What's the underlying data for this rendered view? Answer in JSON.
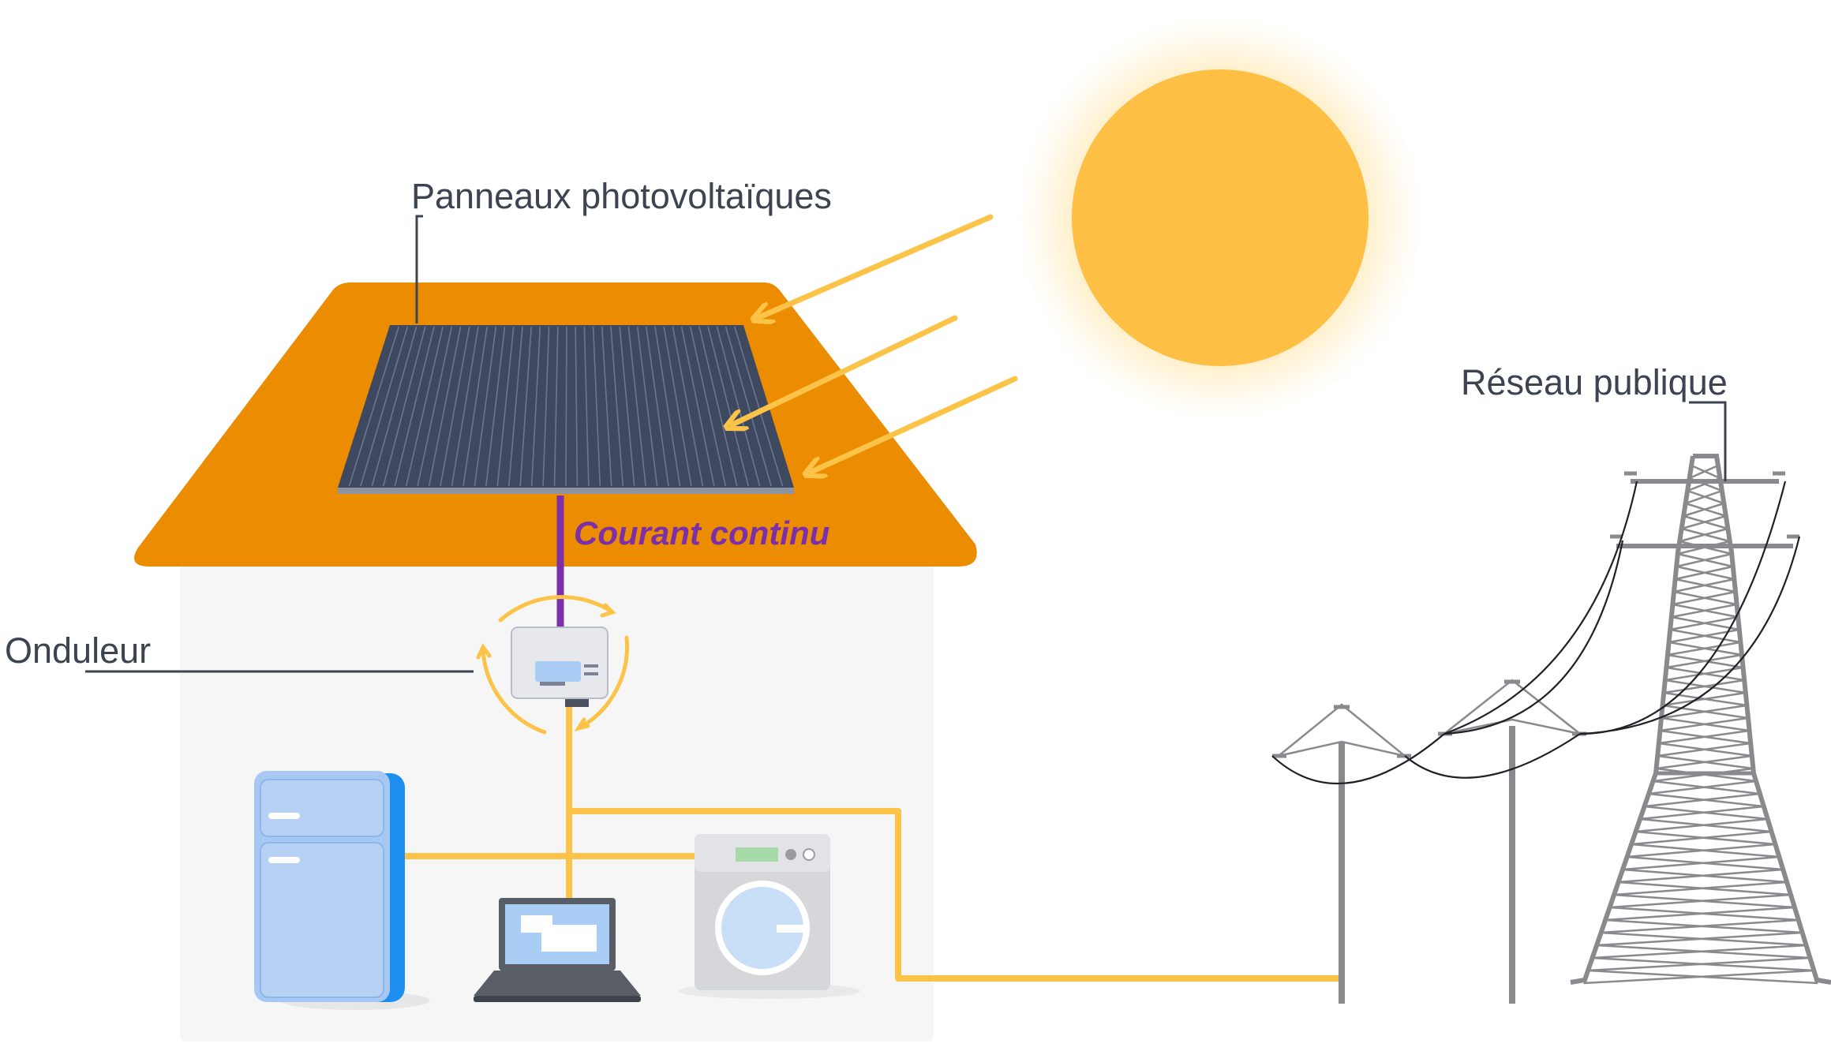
{
  "labels": {
    "panels": "Panneaux photovoltaïques",
    "dc_current": "Courant continu",
    "inverter": "Onduleur",
    "grid": "Réseau publique"
  },
  "colors": {
    "roof": "#ec8c00",
    "sun": "#fdbf44",
    "wire_ac": "#fcc349",
    "wire_dc": "#7b2fa8",
    "panel": "#3e4960",
    "wall": "#f6f6f6",
    "fridge": "#a7c8f2",
    "pylon": "#8a8a8e",
    "label_text": "#3d4350"
  },
  "icons": [
    "sun-icon",
    "solar-panel-icon",
    "inverter-icon",
    "fridge-icon",
    "laptop-icon",
    "washing-machine-icon",
    "utility-pole-icon",
    "transmission-tower-icon"
  ]
}
